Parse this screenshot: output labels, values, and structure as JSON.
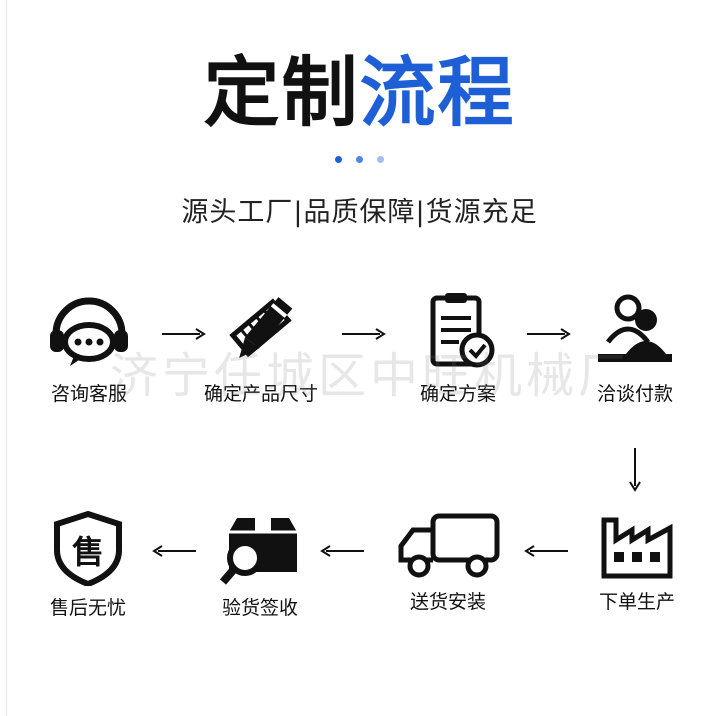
{
  "header": {
    "title_part1": "定制",
    "title_part2": "流程",
    "subtitle": "源头工厂|品质保障|货源充足"
  },
  "colors": {
    "accent": "#1e5fd6",
    "dots": [
      "#1e5fd6",
      "#4f86e6",
      "#9fbff2"
    ],
    "text": "#111111"
  },
  "watermark": "济宁任城区中旺机械厂",
  "steps": [
    {
      "icon": "headset-icon",
      "label": "咨询客服"
    },
    {
      "icon": "ruler-pencil-icon",
      "label": "确定产品尺寸"
    },
    {
      "icon": "clipboard-check-icon",
      "label": "确定方案"
    },
    {
      "icon": "users-icon",
      "label": "洽谈付款"
    },
    {
      "icon": "factory-icon",
      "label": "下单生产"
    },
    {
      "icon": "truck-icon",
      "label": "送货安装"
    },
    {
      "icon": "package-search-icon",
      "label": "验货签收"
    },
    {
      "icon": "after-sale-shield-icon",
      "label": "售后无忧"
    },
    {
      "icon": "",
      "label": "售"
    }
  ]
}
